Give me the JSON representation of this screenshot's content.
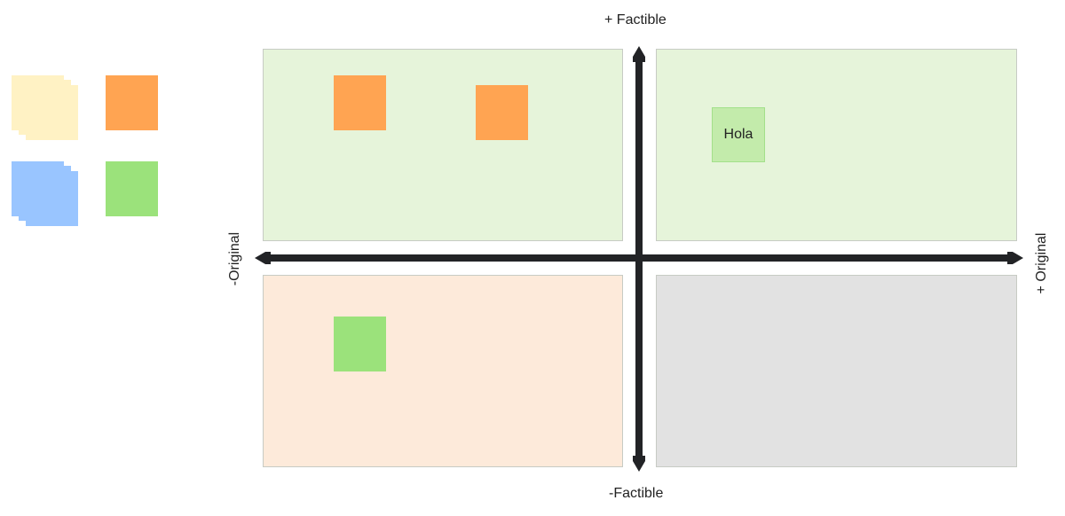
{
  "palette": {
    "stacks": [
      {
        "id": "yellow",
        "color": "#fff2c4"
      },
      {
        "id": "orange",
        "color": "#ffa452"
      },
      {
        "id": "blue",
        "color": "#99c5ff"
      },
      {
        "id": "green",
        "color": "#9be27b"
      }
    ]
  },
  "axes": {
    "top_label": "+ Factible",
    "bottom_label": "-Factible",
    "left_label": "-Original",
    "right_label": "+ Original",
    "color": "#222326"
  },
  "quadrants": {
    "top_left": {
      "color": "#e6f4da"
    },
    "top_right": {
      "color": "#e6f4da"
    },
    "bottom_left": {
      "color": "#fdeada"
    },
    "bottom_right": {
      "color": "#e2e2e2"
    }
  },
  "notes": [
    {
      "id": "note-orange-1",
      "color": "#ffa452",
      "text": ""
    },
    {
      "id": "note-orange-2",
      "color": "#ffa452",
      "text": ""
    },
    {
      "id": "note-hola",
      "color": "#c3ebab",
      "text": "Hola"
    },
    {
      "id": "note-green-1",
      "color": "#9be27b",
      "text": ""
    }
  ]
}
